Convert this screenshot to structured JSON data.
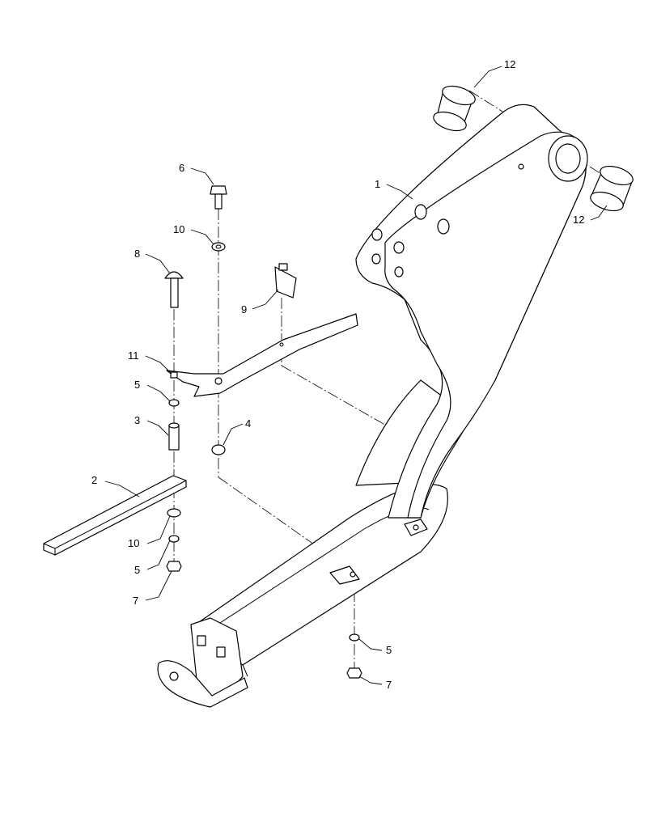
{
  "callouts": [
    {
      "id": "c1",
      "text": "1"
    },
    {
      "id": "c2",
      "text": "2"
    },
    {
      "id": "c3",
      "text": "3"
    },
    {
      "id": "c4",
      "text": "4"
    },
    {
      "id": "c5a",
      "text": "5"
    },
    {
      "id": "c5b",
      "text": "5"
    },
    {
      "id": "c5c",
      "text": "5"
    },
    {
      "id": "c6",
      "text": "6"
    },
    {
      "id": "c7a",
      "text": "7"
    },
    {
      "id": "c7b",
      "text": "7"
    },
    {
      "id": "c8",
      "text": "8"
    },
    {
      "id": "c9",
      "text": "9"
    },
    {
      "id": "c10a",
      "text": "10"
    },
    {
      "id": "c10b",
      "text": "10"
    },
    {
      "id": "c11",
      "text": "11"
    },
    {
      "id": "c12a",
      "text": "12"
    },
    {
      "id": "c12b",
      "text": "12"
    }
  ],
  "colors": {
    "line": "#000000",
    "background": "#ffffff"
  }
}
